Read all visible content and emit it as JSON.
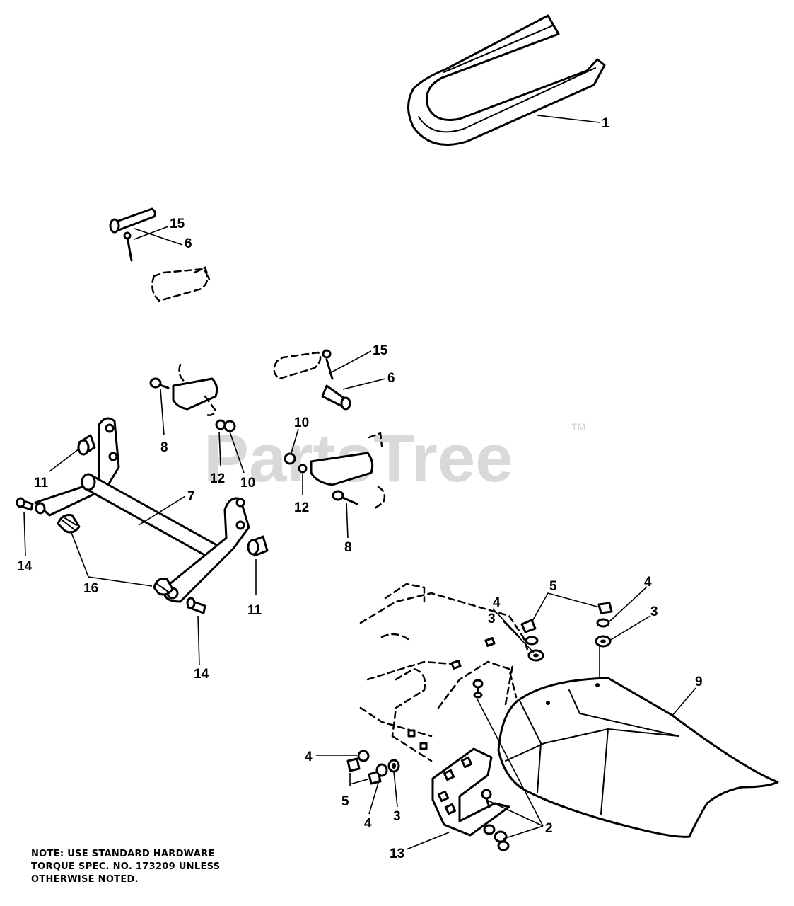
{
  "watermark": {
    "brand": "PartsTree",
    "trademark": "TM"
  },
  "note": {
    "lines": [
      "NOTE: USE STANDARD HARDWARE",
      "TORQUE SPEC. NO. 173209 UNLESS",
      "OTHERWISE NOTED."
    ]
  },
  "callouts": [
    {
      "id": "c1",
      "text": "1"
    },
    {
      "id": "c15a",
      "text": "15"
    },
    {
      "id": "c6a",
      "text": "6"
    },
    {
      "id": "c15b",
      "text": "15"
    },
    {
      "id": "c6b",
      "text": "6"
    },
    {
      "id": "c8a",
      "text": "8"
    },
    {
      "id": "c12a",
      "text": "12"
    },
    {
      "id": "c10a",
      "text": "10"
    },
    {
      "id": "c10b",
      "text": "10"
    },
    {
      "id": "c12b",
      "text": "12"
    },
    {
      "id": "c8b",
      "text": "8"
    },
    {
      "id": "c11a",
      "text": "11"
    },
    {
      "id": "c7",
      "text": "7"
    },
    {
      "id": "c14a",
      "text": "14"
    },
    {
      "id": "c16",
      "text": "16"
    },
    {
      "id": "c11b",
      "text": "11"
    },
    {
      "id": "c14b",
      "text": "14"
    },
    {
      "id": "c5a",
      "text": "5"
    },
    {
      "id": "c4a",
      "text": "4"
    },
    {
      "id": "c4b",
      "text": "4"
    },
    {
      "id": "c3a",
      "text": "3"
    },
    {
      "id": "c3b",
      "text": "3"
    },
    {
      "id": "c9",
      "text": "9"
    },
    {
      "id": "c4c",
      "text": "4"
    },
    {
      "id": "c5b",
      "text": "5"
    },
    {
      "id": "c4d",
      "text": "4"
    },
    {
      "id": "c3c",
      "text": "3"
    },
    {
      "id": "c2",
      "text": "2"
    },
    {
      "id": "c13",
      "text": "13"
    }
  ]
}
